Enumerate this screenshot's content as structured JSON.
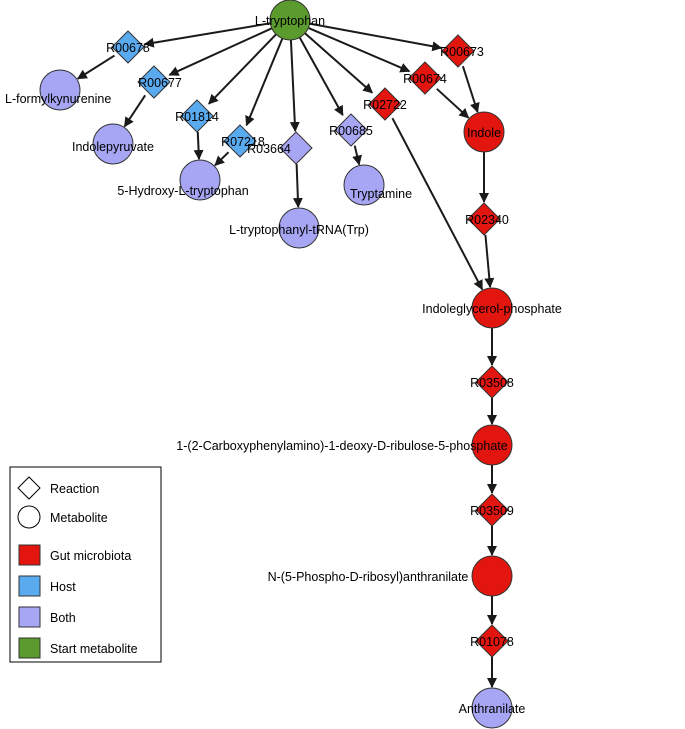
{
  "colors": {
    "gut_microbiota": "#e2160f",
    "host": "#5aaaf0",
    "both": "#a6a6f4",
    "start": "#5b9b2e",
    "outline": "#333333",
    "edge": "#1a1a1a"
  },
  "nodes": {
    "trp": {
      "label": "L-tryptophan",
      "kind": "metabolite",
      "group": "start"
    },
    "fk": {
      "label": "L-formylkynurenine",
      "kind": "metabolite",
      "group": "both"
    },
    "ipyr": {
      "label": "Indolepyruvate",
      "kind": "metabolite",
      "group": "both"
    },
    "htp": {
      "label": "5-Hydroxy-L-tryptophan",
      "kind": "metabolite",
      "group": "both"
    },
    "trna": {
      "label": "L-tryptophanyl-tRNA(Trp)",
      "kind": "metabolite",
      "group": "both"
    },
    "tam": {
      "label": "Tryptamine",
      "kind": "metabolite",
      "group": "both"
    },
    "indole": {
      "label": "Indole",
      "kind": "metabolite",
      "group": "gut_microbiota"
    },
    "igp": {
      "label": "Indoleglycerol-phosphate",
      "kind": "metabolite",
      "group": "gut_microbiota"
    },
    "cdrp": {
      "label": "1-(2-Carboxyphenylamino)-1-deoxy-D-ribulose-5-phosphate",
      "kind": "metabolite",
      "group": "gut_microbiota"
    },
    "pra": {
      "label": "N-(5-Phospho-D-ribosyl)anthranilate",
      "kind": "metabolite",
      "group": "gut_microbiota"
    },
    "anth": {
      "label": "Anthranilate",
      "kind": "metabolite",
      "group": "both"
    },
    "r00678h": {
      "label": "R00678",
      "kind": "reaction",
      "group": "host"
    },
    "r00677": {
      "label": "R00677",
      "kind": "reaction",
      "group": "host"
    },
    "r01814": {
      "label": "R01814",
      "kind": "reaction",
      "group": "host"
    },
    "r07218": {
      "label": "R07218",
      "kind": "reaction",
      "group": "host"
    },
    "r03664": {
      "label": "R03664",
      "kind": "reaction",
      "group": "both"
    },
    "r00685": {
      "label": "R00685",
      "kind": "reaction",
      "group": "both"
    },
    "r02722": {
      "label": "R02722",
      "kind": "reaction",
      "group": "gut_microbiota"
    },
    "r00674": {
      "label": "R00674",
      "kind": "reaction",
      "group": "gut_microbiota"
    },
    "r00673": {
      "label": "R00673",
      "kind": "reaction",
      "group": "gut_microbiota"
    },
    "r02340": {
      "label": "R02340",
      "kind": "reaction",
      "group": "gut_microbiota"
    },
    "r03508": {
      "label": "R03508",
      "kind": "reaction",
      "group": "gut_microbiota"
    },
    "r03509": {
      "label": "R03509",
      "kind": "reaction",
      "group": "gut_microbiota"
    },
    "r01078": {
      "label": "R01078",
      "kind": "reaction",
      "group": "gut_microbiota"
    }
  },
  "edges": [
    [
      "trp",
      "r00678h"
    ],
    [
      "r00678h",
      "fk"
    ],
    [
      "trp",
      "r00677"
    ],
    [
      "r00677",
      "ipyr"
    ],
    [
      "trp",
      "r01814"
    ],
    [
      "r01814",
      "htp"
    ],
    [
      "trp",
      "r07218"
    ],
    [
      "r07218",
      "htp"
    ],
    [
      "trp",
      "r03664"
    ],
    [
      "r03664",
      "trna"
    ],
    [
      "trp",
      "r00685"
    ],
    [
      "r00685",
      "tam"
    ],
    [
      "trp",
      "r02722"
    ],
    [
      "r02722",
      "igp"
    ],
    [
      "trp",
      "r00674"
    ],
    [
      "r00674",
      "indole"
    ],
    [
      "trp",
      "r00673"
    ],
    [
      "r00673",
      "indole"
    ],
    [
      "indole",
      "r02340"
    ],
    [
      "r02340",
      "igp"
    ],
    [
      "igp",
      "r03508"
    ],
    [
      "r03508",
      "cdrp"
    ],
    [
      "cdrp",
      "r03509"
    ],
    [
      "r03509",
      "pra"
    ],
    [
      "pra",
      "r01078"
    ],
    [
      "r01078",
      "anth"
    ]
  ],
  "legend": {
    "shapes": [
      {
        "shape": "diamond",
        "label": "Reaction"
      },
      {
        "shape": "circle",
        "label": "Metabolite"
      }
    ],
    "colors": [
      {
        "color": "#e2160f",
        "label": "Gut microbiota"
      },
      {
        "color": "#5aaaf0",
        "label": "Host"
      },
      {
        "color": "#a6a6f4",
        "label": "Both"
      },
      {
        "color": "#5b9b2e",
        "label": "Start metabolite"
      }
    ]
  }
}
